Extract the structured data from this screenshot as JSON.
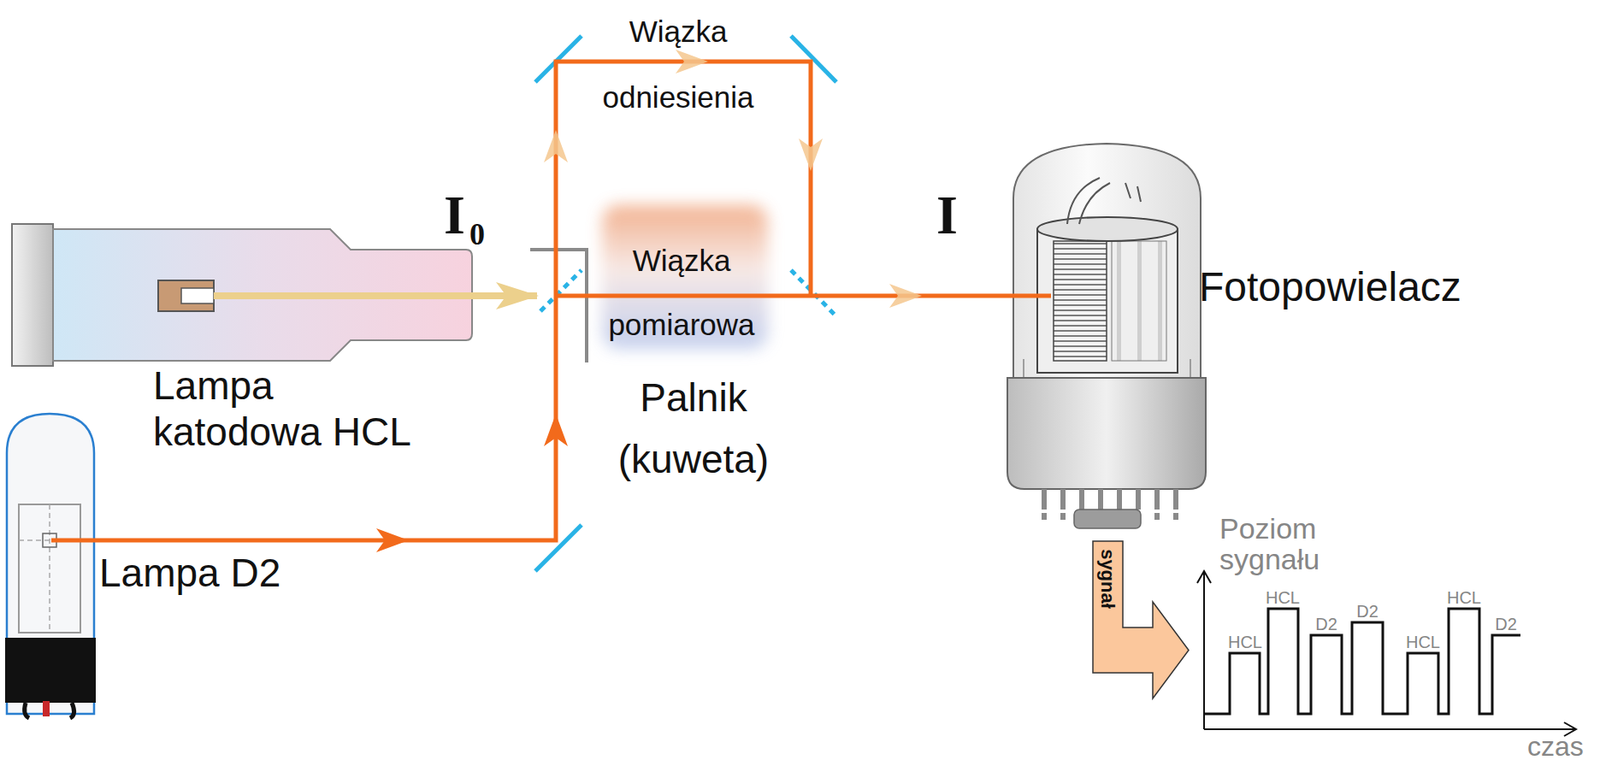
{
  "diagram": {
    "nodes": [
      {
        "text": [
          "sygnał"
        ]
      }
    ],
    "labels": [
      "Wiązka odniesienia",
      "I",
      "0",
      "I",
      "Wiązka pomiarowa",
      "Fotopowielacz",
      "Lampa katodowa HCL",
      "Palnik (kuweta)",
      "Lampa D2",
      "Poziom sygnału",
      "HCL",
      "HCL",
      "D2",
      "D2",
      "HCL",
      "HCL",
      "D2",
      "czas"
    ]
  }
}
